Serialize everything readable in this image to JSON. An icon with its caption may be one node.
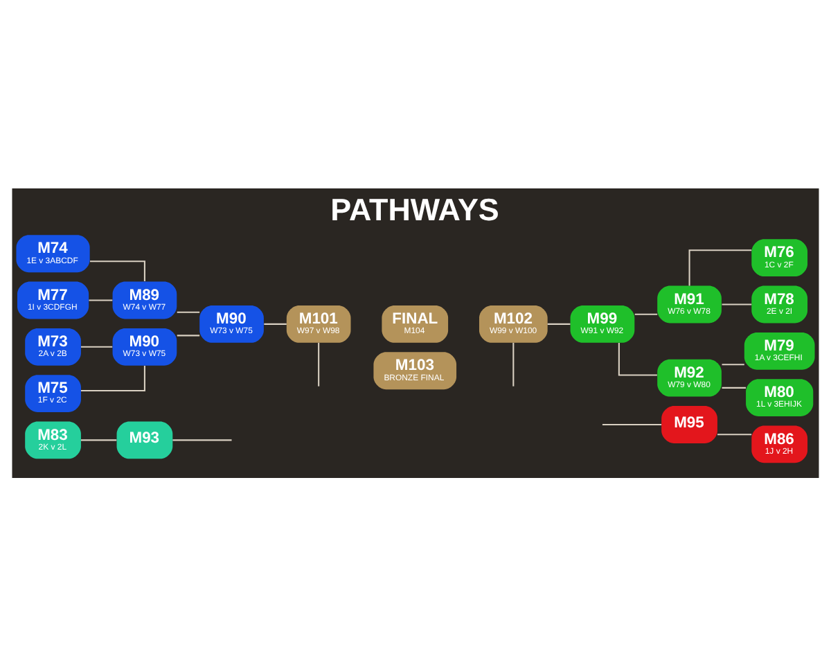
{
  "diagram": {
    "title": "PATHWAYS",
    "nodes": [
      {
        "text": [
          "M74",
          "1E v 3ABCDF"
        ]
      },
      {
        "text": [
          "M77",
          "1I v 3CDFGH"
        ]
      },
      {
        "text": [
          "M73",
          "2A v 2B"
        ]
      },
      {
        "text": [
          "M75",
          "1F v 2C"
        ]
      },
      {
        "text": [
          "M89",
          "W74 v W77"
        ]
      },
      {
        "text": [
          "M90",
          "W73 v W75"
        ]
      },
      {
        "text": [
          "M90",
          "W73 v W75"
        ]
      },
      {
        "text": [
          "M101",
          "W97 v W98"
        ]
      },
      {
        "text": [
          "FINAL",
          "M104"
        ]
      },
      {
        "text": [
          "M102",
          "W99 v W100"
        ]
      },
      {
        "text": [
          "M103",
          "BRONZE FINAL"
        ]
      },
      {
        "text": [
          "M83",
          "2K v 2L"
        ]
      },
      {
        "text": [
          "M93"
        ]
      },
      {
        "text": [
          "M99",
          "W91 v W92"
        ]
      },
      {
        "text": [
          "M91",
          "W76 v W78"
        ]
      },
      {
        "text": [
          "M92",
          "W79 v W80"
        ]
      },
      {
        "text": [
          "M76",
          "1C v 2F"
        ]
      },
      {
        "text": [
          "M78",
          "2E v 2I"
        ]
      },
      {
        "text": [
          "M79",
          "1A v 3CEFHI"
        ]
      },
      {
        "text": [
          "M80",
          "1L v 3EHIJK"
        ]
      },
      {
        "text": [
          "M95"
        ]
      },
      {
        "text": [
          "M86",
          "1J v 2H"
        ]
      }
    ],
    "edges": [
      {
        "from": 0,
        "to": 4,
        "arrow": "none"
      },
      {
        "from": 1,
        "to": 4,
        "arrow": "none"
      },
      {
        "from": 2,
        "to": 5,
        "arrow": "none"
      },
      {
        "from": 3,
        "to": 5,
        "arrow": "none"
      },
      {
        "from": 4,
        "to": 6,
        "arrow": "none"
      },
      {
        "from": 5,
        "to": 6,
        "arrow": "none"
      },
      {
        "from": 6,
        "to": 7,
        "arrow": "none"
      },
      {
        "from": 7,
        "to": null,
        "arrow": "none"
      },
      {
        "from": 11,
        "to": 12,
        "arrow": "none"
      },
      {
        "from": 12,
        "to": null,
        "arrow": "none"
      },
      {
        "from": 9,
        "to": 13,
        "arrow": "none"
      },
      {
        "from": 13,
        "to": 14,
        "arrow": "none"
      },
      {
        "from": 13,
        "to": 15,
        "arrow": "none"
      },
      {
        "from": 14,
        "to": 16,
        "arrow": "none"
      },
      {
        "from": 14,
        "to": 17,
        "arrow": "none"
      },
      {
        "from": 15,
        "to": 18,
        "arrow": "none"
      },
      {
        "from": 15,
        "to": 19,
        "arrow": "none"
      },
      {
        "from": 9,
        "to": null,
        "arrow": "none"
      },
      {
        "from": null,
        "to": 20,
        "arrow": "none"
      },
      {
        "from": 20,
        "to": 21,
        "arrow": "none"
      }
    ]
  }
}
